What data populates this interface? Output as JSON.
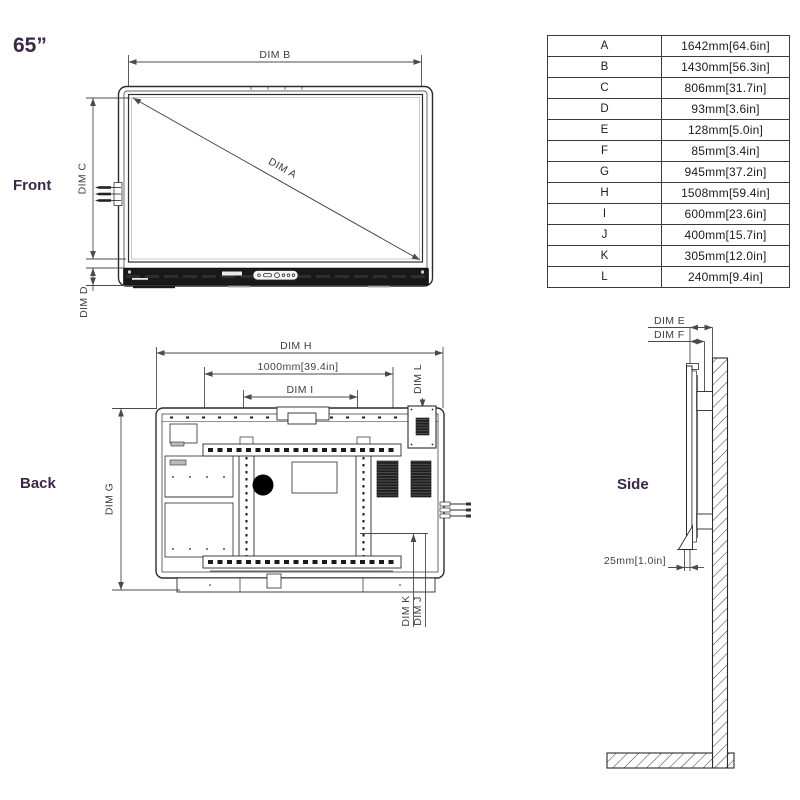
{
  "title": {
    "size": "65”"
  },
  "views": {
    "front_label": "Front",
    "back_label": "Back",
    "side_label": "Side"
  },
  "dimension_table": {
    "rows": [
      {
        "dim": "A",
        "value": "1642mm[64.6in]"
      },
      {
        "dim": "B",
        "value": "1430mm[56.3in]"
      },
      {
        "dim": "C",
        "value": "806mm[31.7in]"
      },
      {
        "dim": "D",
        "value": "93mm[3.6in]"
      },
      {
        "dim": "E",
        "value": "128mm[5.0in]"
      },
      {
        "dim": "F",
        "value": "85mm[3.4in]"
      },
      {
        "dim": "G",
        "value": "945mm[37.2in]"
      },
      {
        "dim": "H",
        "value": "1508mm[59.4in]"
      },
      {
        "dim": "I",
        "value": "600mm[23.6in]"
      },
      {
        "dim": "J",
        "value": "400mm[15.7in]"
      },
      {
        "dim": "K",
        "value": "305mm[12.0in]"
      },
      {
        "dim": "L",
        "value": "240mm[9.4in]"
      }
    ]
  },
  "annotations": {
    "front": {
      "a": "DIM A",
      "b": "DIM B",
      "c": "DIM C",
      "d": "DIM D"
    },
    "back": {
      "h": "DIM H",
      "rail_spacing": "1000mm[39.4in]",
      "i": "DIM I",
      "l": "DIM L",
      "g": "DIM G",
      "k": "DIM K",
      "j": "DIM J"
    },
    "side": {
      "e": "DIM E",
      "f": "DIM F",
      "tray_depth": "25mm[1.0in]"
    }
  },
  "colors": {
    "accent_purple": "#3d2748",
    "line": "#2b2b2b",
    "dim_line": "#4a4a4a"
  }
}
